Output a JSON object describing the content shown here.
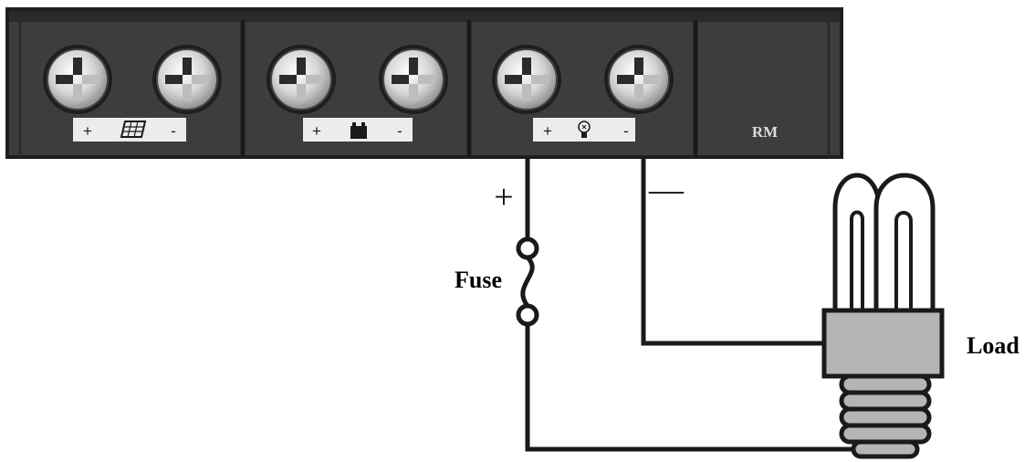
{
  "controller": {
    "sections": [
      {
        "id": "solar",
        "plus": "+",
        "minus": "-",
        "icon": "solar-panel-icon"
      },
      {
        "id": "battery",
        "plus": "+",
        "minus": "-",
        "icon": "battery-icon"
      },
      {
        "id": "load",
        "plus": "+",
        "minus": "-",
        "icon": "bulb-icon"
      }
    ],
    "rm_label": "RM"
  },
  "wiring": {
    "plus_label": "+",
    "minus_label": "—"
  },
  "labels": {
    "fuse": "Fuse",
    "load": "Load"
  },
  "colors": {
    "housing": "#3d3d3d",
    "housing_edge": "#1e1e1e",
    "label_strip": "#ececec",
    "bulb_base": "#b5b5b5",
    "wire": "#1a1a1a"
  }
}
